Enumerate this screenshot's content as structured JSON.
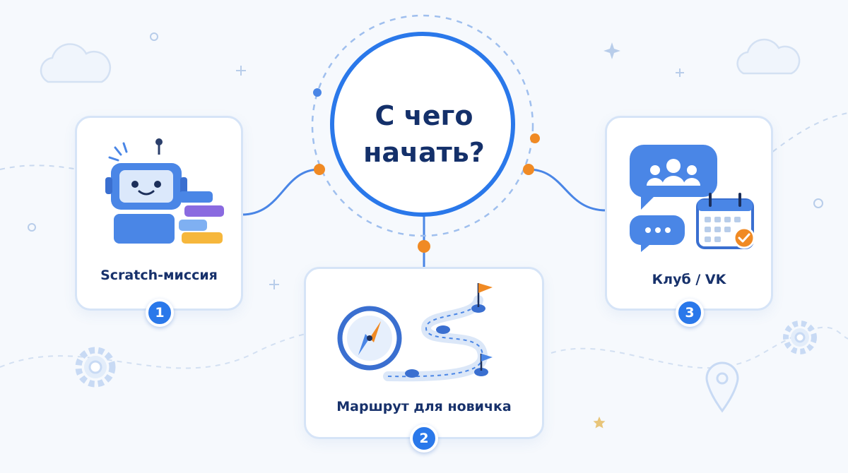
{
  "center": {
    "title_line1": "С чего",
    "title_line2": "начать?"
  },
  "steps": [
    {
      "number": "1",
      "label": "Scratch-миссия",
      "icon": "robot-with-code-blocks-icon"
    },
    {
      "number": "2",
      "label": "Маршрут для новичка",
      "icon": "compass-route-map-icon"
    },
    {
      "number": "3",
      "label": "Клуб / VK",
      "icon": "community-chat-calendar-icon"
    }
  ],
  "colors": {
    "accent_blue": "#2a78ea",
    "connector_orange": "#f08a24",
    "title_navy": "#14306a",
    "card_border": "#d6e4f7",
    "background": "#f6f9fd"
  }
}
